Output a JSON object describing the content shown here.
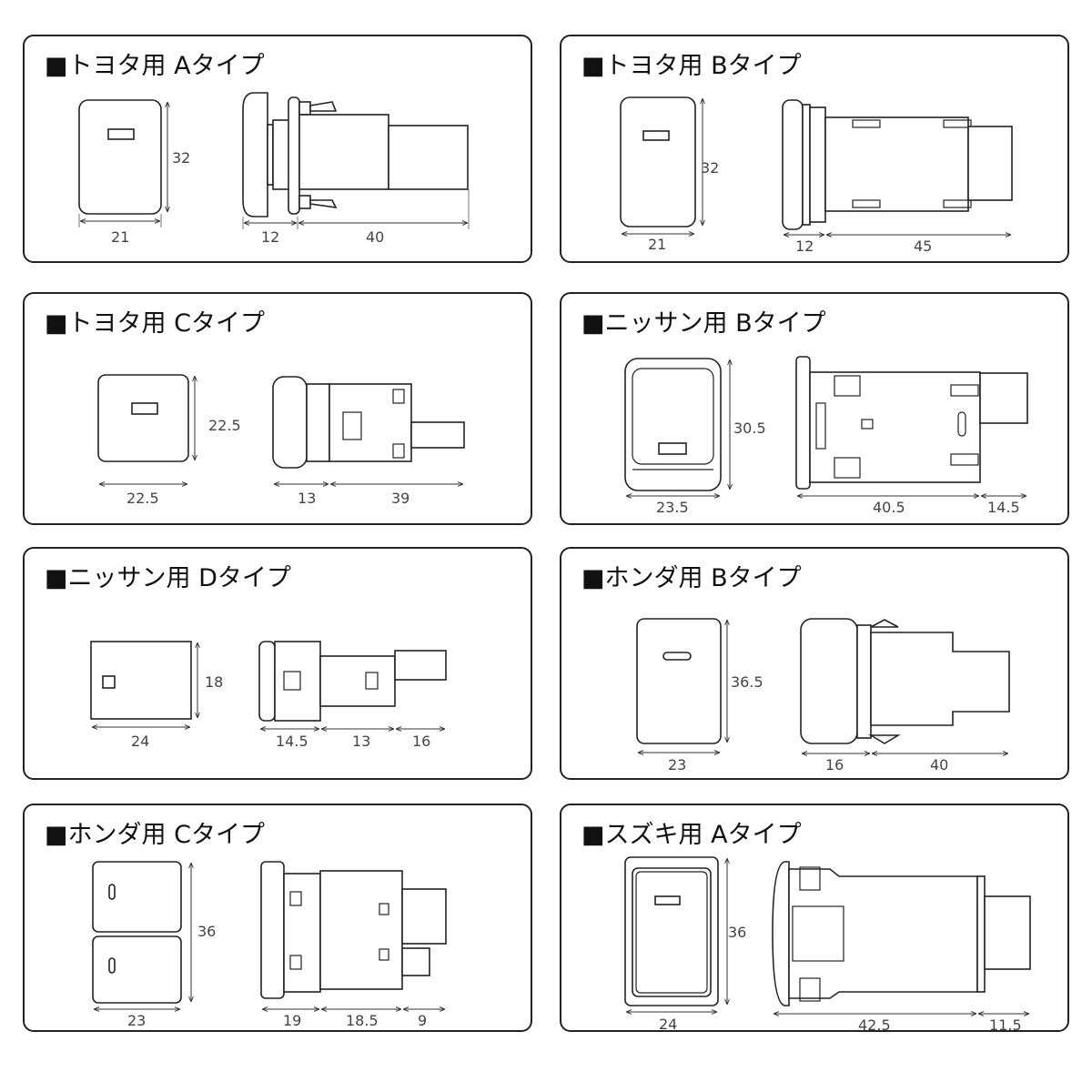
{
  "panels": [
    {
      "title": "■トヨタ用 Aタイプ",
      "dims": [
        "21",
        "32",
        "12",
        "40"
      ]
    },
    {
      "title": "■トヨタ用 Bタイプ",
      "dims": [
        "21",
        "32",
        "12",
        "45"
      ]
    },
    {
      "title": "■トヨタ用 Cタイプ",
      "dims": [
        "22.5",
        "22.5",
        "13",
        "39"
      ]
    },
    {
      "title": "■ニッサン用 Bタイプ",
      "dims": [
        "23.5",
        "30.5",
        "40.5",
        "14.5"
      ]
    },
    {
      "title": "■ニッサン用 Dタイプ",
      "dims": [
        "24",
        "18",
        "14.5",
        "13",
        "16"
      ]
    },
    {
      "title": "■ホンダ用 Bタイプ",
      "dims": [
        "23",
        "36.5",
        "16",
        "40"
      ]
    },
    {
      "title": "■ホンダ用 Cタイプ",
      "dims": [
        "23",
        "36",
        "19",
        "18.5",
        "9"
      ]
    },
    {
      "title": "■スズキ用 Aタイプ",
      "dims": [
        "24",
        "36",
        "42.5",
        "11.5"
      ]
    }
  ]
}
